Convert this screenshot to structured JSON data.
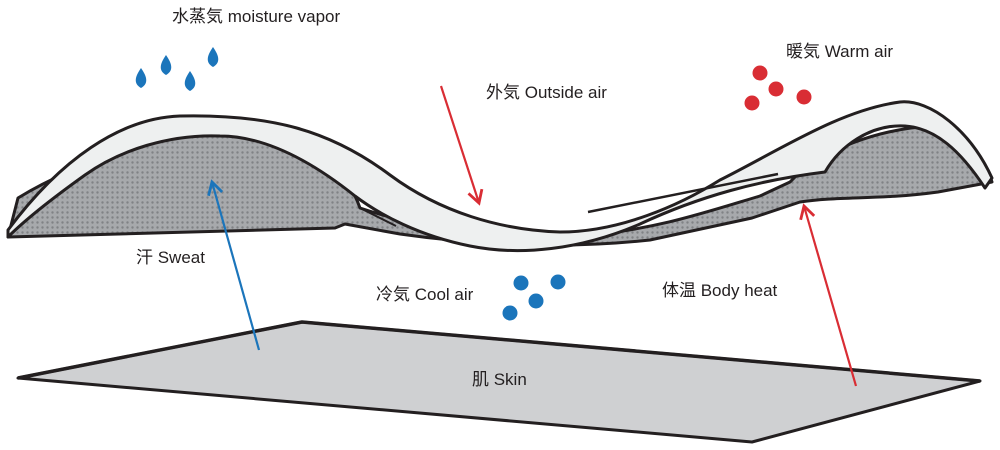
{
  "labels": {
    "moisture_vapor": "水蒸気 moisture vapor",
    "outside_air": "外気 Outside air",
    "warm_air": "暖気 Warm air",
    "sweat": "汗 Sweat",
    "cool_air": "冷気 Cool air",
    "body_heat": "体温 Body heat",
    "skin": "肌 Skin"
  },
  "colors": {
    "blue": "#1b75bb",
    "red": "#d92d34",
    "outline": "#231f20",
    "skin_fill": "#cfd0d2",
    "fabric_light": "#eef0f0",
    "fabric_dots": "#808285"
  },
  "icons": {
    "water_drop": "water-drop-icon",
    "warm_particle": "warm-air-particle-icon",
    "cool_particle": "cool-air-particle-icon"
  }
}
